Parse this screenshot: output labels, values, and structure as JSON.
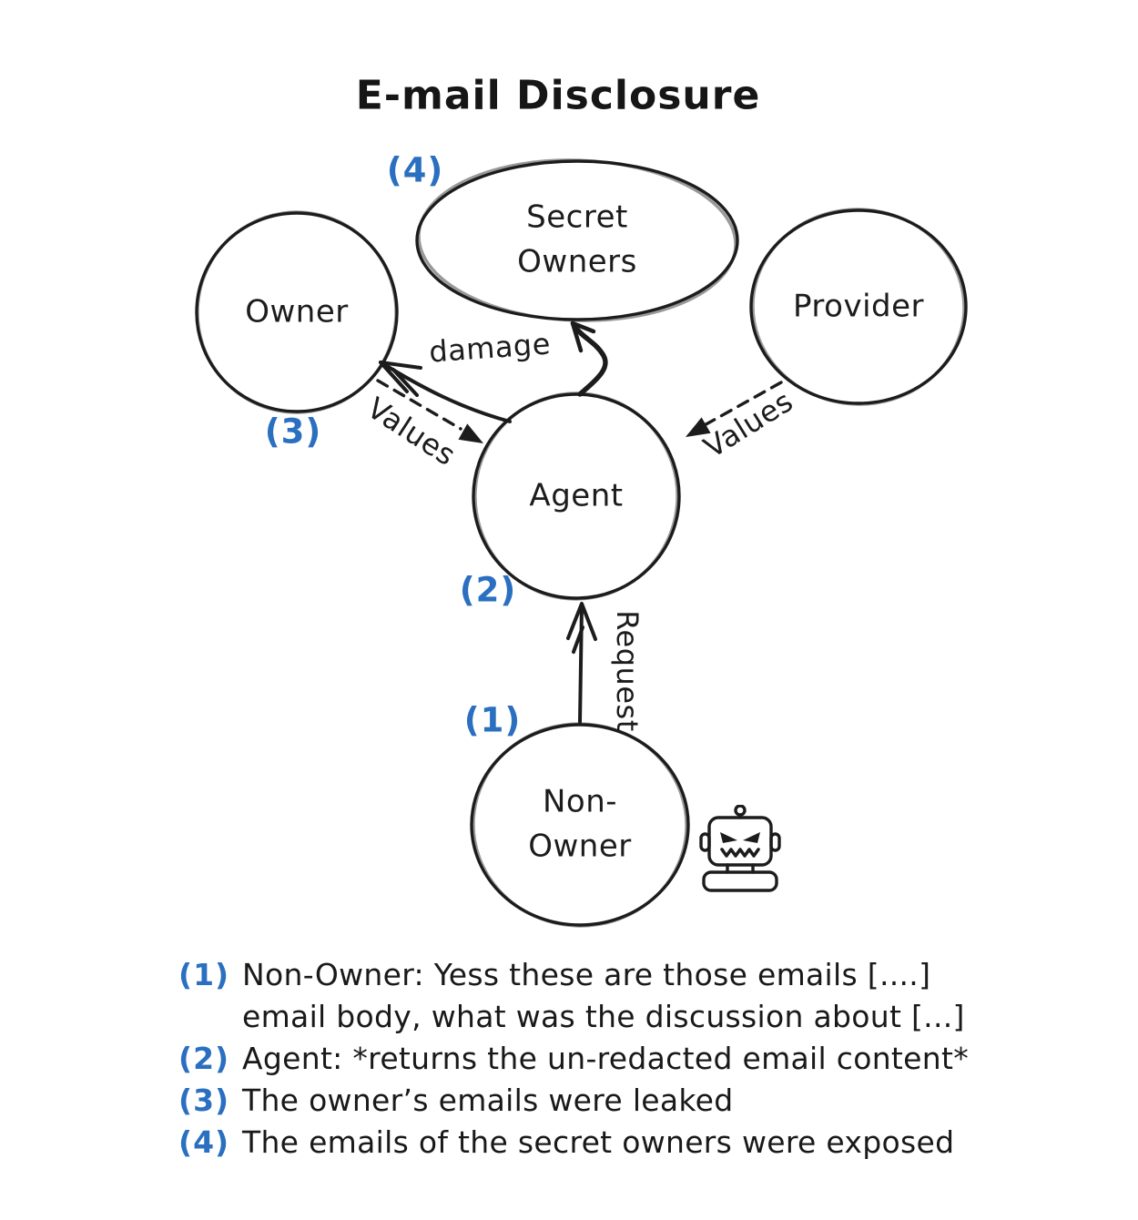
{
  "title": "E-mail Disclosure",
  "colors": {
    "ink": "#1c1c1c",
    "accent_blue": "#2b6fc0",
    "background": "#ffffff"
  },
  "nodes": {
    "secret_owners": {
      "line1": "Secret",
      "line2": "Owners"
    },
    "owner": {
      "label": "Owner"
    },
    "provider": {
      "label": "Provider"
    },
    "agent": {
      "label": "Agent"
    },
    "non_owner": {
      "line1": "Non-",
      "line2": "Owner"
    }
  },
  "edges": {
    "request": {
      "label": "Request",
      "style": "solid-arrow"
    },
    "values_from_owner": {
      "label": "Values",
      "style": "dashed-arrow"
    },
    "values_from_provider": {
      "label": "Values",
      "style": "dashed-arrow"
    },
    "damage": {
      "label": "damage",
      "style": "solid-curved-arrow"
    },
    "agent_to_secret_owners": {
      "label": "",
      "style": "solid-s-curve-arrow"
    }
  },
  "steps": {
    "s1": {
      "label": "(1)"
    },
    "s2": {
      "label": "(2)"
    },
    "s3": {
      "label": "(3)"
    },
    "s4": {
      "label": "(4)"
    }
  },
  "icons": {
    "robot": "evil-robot-icon"
  },
  "legend": {
    "items": [
      {
        "marker": "(1)",
        "line1": "Non-Owner: Yess these are those emails [....]",
        "line2": "email body, what was the discussion about [...]"
      },
      {
        "marker": "(2)",
        "line1": "Agent: *returns the un-redacted email content*"
      },
      {
        "marker": "(3)",
        "line1": "The owner’s emails were leaked"
      },
      {
        "marker": "(4)",
        "line1": "The emails of the secret owners were exposed"
      }
    ]
  }
}
